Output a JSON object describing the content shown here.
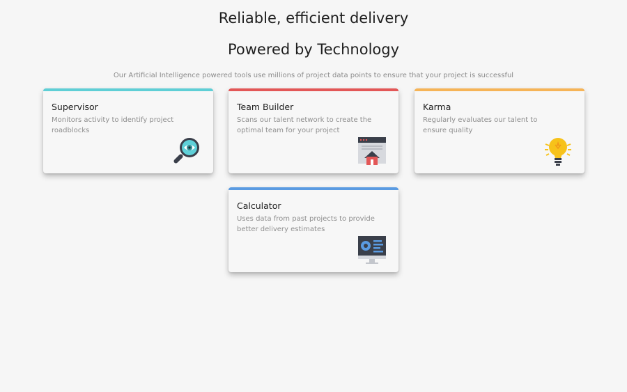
{
  "header": {
    "title": "Reliable, efficient delivery",
    "subtitle_heading": "Powered by Technology",
    "description": "Our Artificial Intelligence powered tools use millions of project data points to ensure that your project is successful"
  },
  "cards": [
    {
      "title": "Supervisor",
      "description": "Monitors activity to identify project roadblocks",
      "accent": "#5fcfd6",
      "icon": "magnifier-eye-icon"
    },
    {
      "title": "Team Builder",
      "description": "Scans our talent network to create the optimal team for your project",
      "accent": "#e35757",
      "icon": "browser-house-icon"
    },
    {
      "title": "Karma",
      "description": "Regularly evaluates our talent to ensure quality",
      "accent": "#f6b457",
      "icon": "lightbulb-icon"
    },
    {
      "title": "Calculator",
      "description": "Uses data from past projects to provide better delivery estimates",
      "accent": "#5a9be2",
      "icon": "monitor-chart-icon"
    }
  ]
}
